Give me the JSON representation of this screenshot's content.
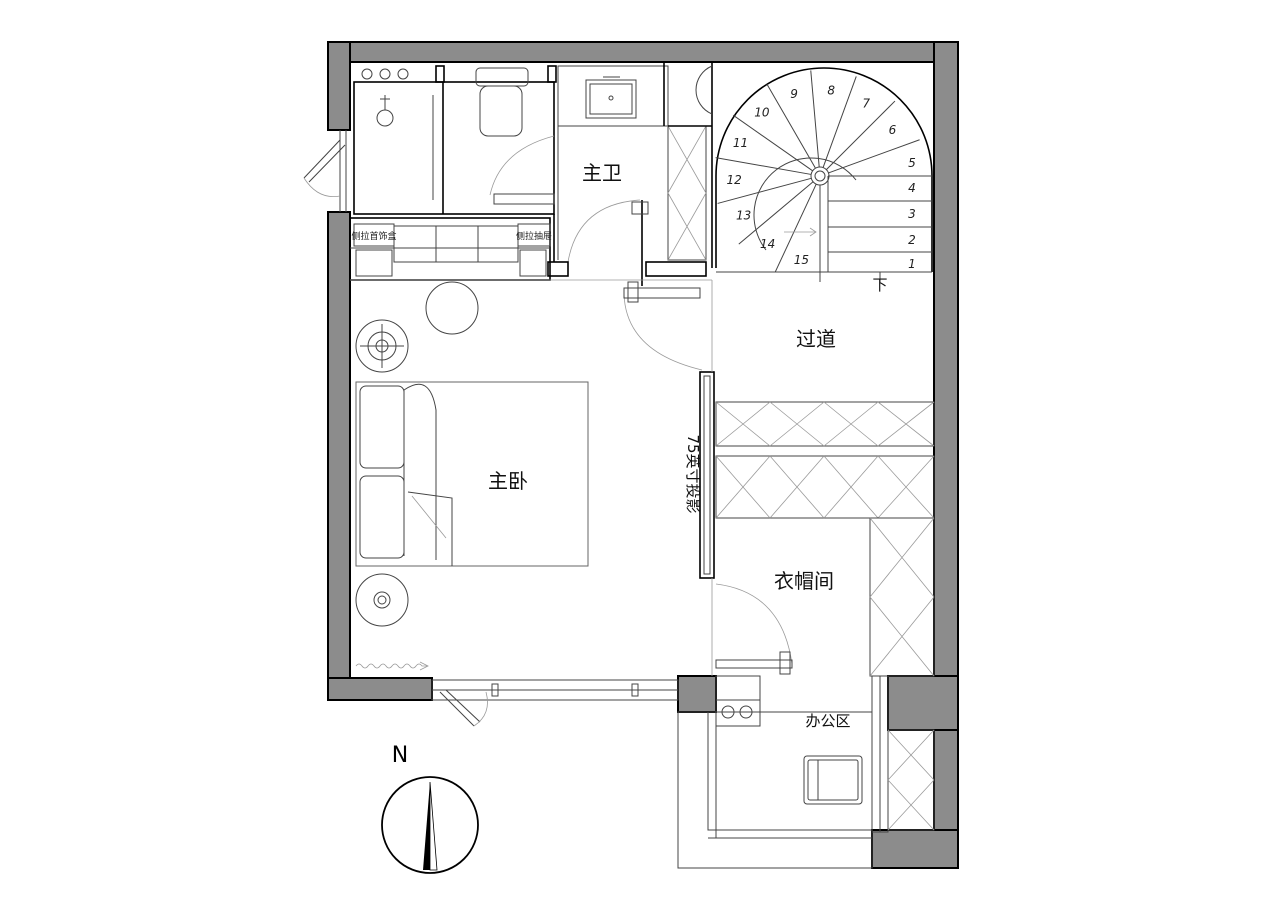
{
  "rooms": {
    "master_bath": "主卫",
    "master_bedroom": "主卧",
    "corridor": "过道",
    "walk_in_closet": "衣帽间",
    "office_area": "办公区"
  },
  "tv_label": "75英寸投影",
  "cabinet_labels": [
    "侧拉首饰盒",
    "侧拉抽屉"
  ],
  "stair": {
    "steps": [
      "1",
      "2",
      "3",
      "4",
      "5",
      "6",
      "7",
      "8",
      "9",
      "10",
      "11",
      "12",
      "13",
      "14",
      "15"
    ],
    "down_label": "下"
  },
  "compass": {
    "north": "N"
  }
}
